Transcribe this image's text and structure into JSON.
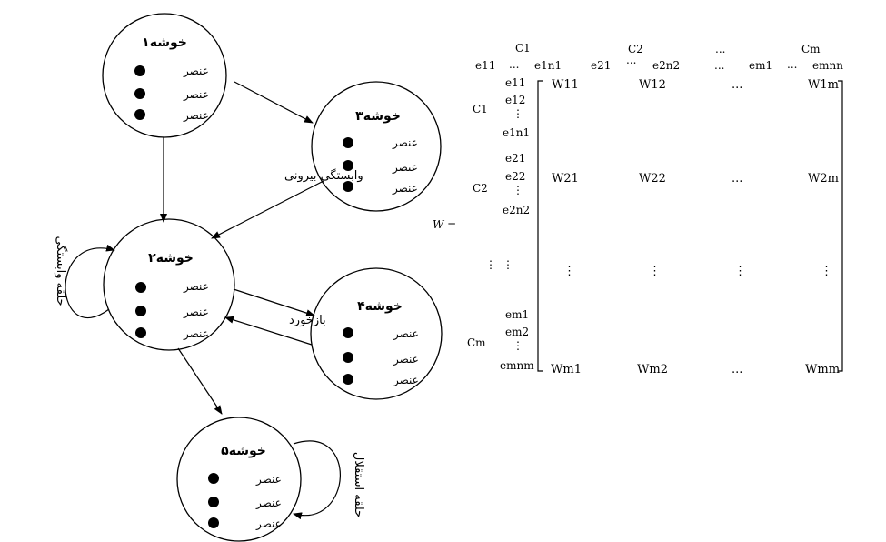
{
  "clusters": [
    {
      "id": "c1",
      "title": "خوشه۱",
      "elements": [
        "عنصر",
        "عنصر",
        "عنصر"
      ]
    },
    {
      "id": "c3",
      "title": "خوشه۳",
      "elements": [
        "عنصر",
        "عنصر",
        "عنصر"
      ]
    },
    {
      "id": "c2",
      "title": "خوشه۲",
      "elements": [
        "عنصر",
        "عنصر",
        "عنصر"
      ]
    },
    {
      "id": "c4",
      "title": "خوشه۴",
      "elements": [
        "عنصر",
        "عنصر",
        "عنصر"
      ]
    },
    {
      "id": "c5",
      "title": "خوشه۵",
      "elements": [
        "عنصر",
        "عنصر",
        "عنصر"
      ]
    }
  ],
  "edge_labels": {
    "outer_dependence": "وابستگی بیرونی",
    "feedback": "بازخورد",
    "dependence_loop": "حلقه وابستگی",
    "independence_loop": "حلقه استقلال"
  },
  "matrix": {
    "symbol": "W =",
    "col_clusters": [
      "C1",
      "C2",
      "...",
      "Cm"
    ],
    "col_elements": [
      "e11",
      "...",
      "e1n1",
      "e21",
      "...",
      "e2n2",
      "...",
      "em1",
      "...",
      "emnn"
    ],
    "row_clusters": [
      "C1",
      "C2",
      "⋮",
      "Cm"
    ],
    "row_elements": [
      "e11",
      "e12",
      "⋮",
      "e1n1",
      "e21",
      "e22",
      "⋮",
      "e2n2",
      "em1",
      "em2",
      "⋮",
      "emnm"
    ],
    "rows": [
      [
        "W11",
        "W12",
        "...",
        "W1m"
      ],
      [
        "W21",
        "W22",
        "...",
        "W2m"
      ],
      [
        "⋮",
        "⋮",
        "⋮",
        "⋮"
      ],
      [
        "Wm1",
        "Wm2",
        "...",
        "Wmm"
      ]
    ],
    "left_dots": "⋮   ⋮"
  }
}
